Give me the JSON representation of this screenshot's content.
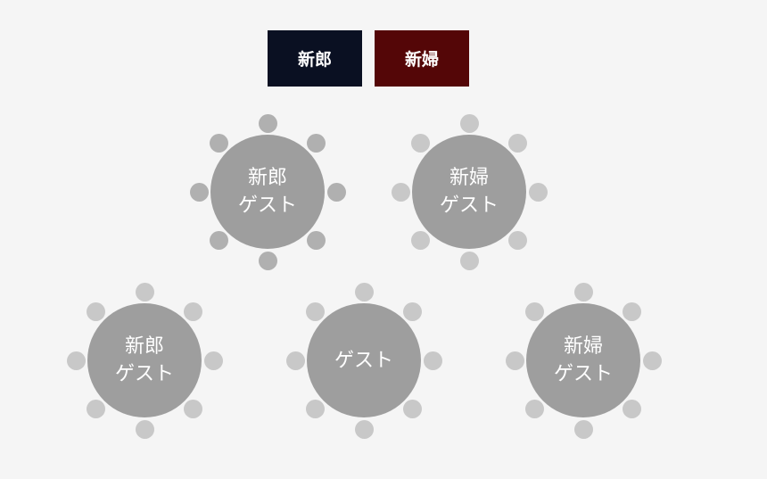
{
  "header": {
    "groom_label": "新郎",
    "bride_label": "新婦"
  },
  "colors": {
    "groom": "#0a1022",
    "bride": "#540607",
    "table": "#9e9e9e",
    "seat_dark": "#b0b0b0",
    "seat_light": "#c8c8c8",
    "background": "#f5f5f5"
  },
  "tables": [
    {
      "id": "groom-guest-top",
      "lines": [
        "新郎",
        "ゲスト"
      ],
      "seats": 8,
      "seat_tone": "dark"
    },
    {
      "id": "bride-guest-top",
      "lines": [
        "新婦",
        "ゲスト"
      ],
      "seats": 8,
      "seat_tone": "light"
    },
    {
      "id": "groom-guest-bottom",
      "lines": [
        "新郎",
        "ゲスト"
      ],
      "seats": 8,
      "seat_tone": "light"
    },
    {
      "id": "guest-center",
      "lines": [
        "ゲスト"
      ],
      "seats": 8,
      "seat_tone": "light"
    },
    {
      "id": "bride-guest-bottom",
      "lines": [
        "新婦",
        "ゲスト"
      ],
      "seats": 8,
      "seat_tone": "light"
    }
  ]
}
